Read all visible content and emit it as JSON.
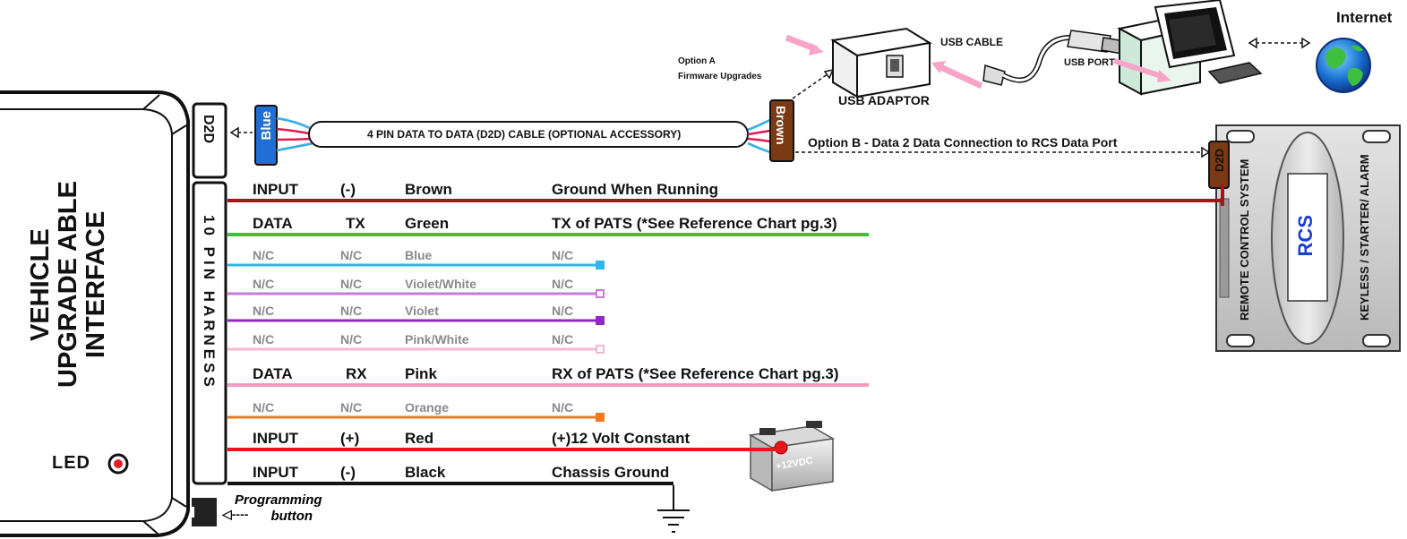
{
  "module": {
    "title_lines": [
      "VEHICLE",
      "UPGRADE ABLE",
      "INTERFACE"
    ],
    "led_label": "LED",
    "d2d_tab": "D2D",
    "harness_tab": "10 PIN HARNESS",
    "programming_button": [
      "Programming",
      "button"
    ]
  },
  "cable": {
    "label": "4 PIN DATA TO DATA (D2D) CABLE (OPTIONAL ACCESSORY)",
    "left_connector": "Blue",
    "right_connector": "Brown",
    "option_b": "Option B - Data 2 Data Connection to RCS Data Port"
  },
  "usb": {
    "option_a": [
      "Option A",
      "Firmware Upgrades"
    ],
    "adaptor": "USB ADAPTOR",
    "cable": "USB CABLE",
    "port": "USB PORT",
    "internet": "Internet"
  },
  "rcs": {
    "d2d": "D2D",
    "side_text": "REMOTE CONTROL SYSTEM",
    "logo": "RCS",
    "right_text": "KEYLESS / STARTER/ ALARM"
  },
  "battery": {
    "label": "+12VDC"
  },
  "wires": [
    {
      "type": "INPUT",
      "signal": "(-)",
      "color": "Brown",
      "description": "Ground When Running",
      "wire_color": "#a01818",
      "active": true
    },
    {
      "type": "DATA",
      "signal": "TX",
      "color": "Green",
      "description": "TX of PATS (*See Reference Chart pg.3)",
      "wire_color": "#3cc23c",
      "active": true
    },
    {
      "type": "N/C",
      "signal": "N/C",
      "color": "Blue",
      "description": "N/C",
      "wire_color": "#2fb7ea",
      "active": false
    },
    {
      "type": "N/C",
      "signal": "N/C",
      "color": "Violet/White",
      "description": "N/C",
      "wire_color": "#c77bd4",
      "active": false
    },
    {
      "type": "N/C",
      "signal": "N/C",
      "color": "Violet",
      "description": "N/C",
      "wire_color": "#8e2bc2",
      "active": false
    },
    {
      "type": "N/C",
      "signal": "N/C",
      "color": "Pink/White",
      "description": "N/C",
      "wire_color": "#f5b8d2",
      "active": false
    },
    {
      "type": "DATA",
      "signal": "RX",
      "color": "Pink",
      "description": "RX of PATS (*See Reference Chart pg.3)",
      "wire_color": "#f29bc3",
      "active": true
    },
    {
      "type": "N/C",
      "signal": "N/C",
      "color": "Orange",
      "description": "N/C",
      "wire_color": "#f07a1e",
      "active": false
    },
    {
      "type": "INPUT",
      "signal": "(+)",
      "color": "Red",
      "description": "(+)12 Volt Constant",
      "wire_color": "#e8161b",
      "active": true
    },
    {
      "type": "INPUT",
      "signal": "(-)",
      "color": "Black",
      "description": "Chassis Ground",
      "wire_color": "#111111",
      "active": true
    }
  ]
}
